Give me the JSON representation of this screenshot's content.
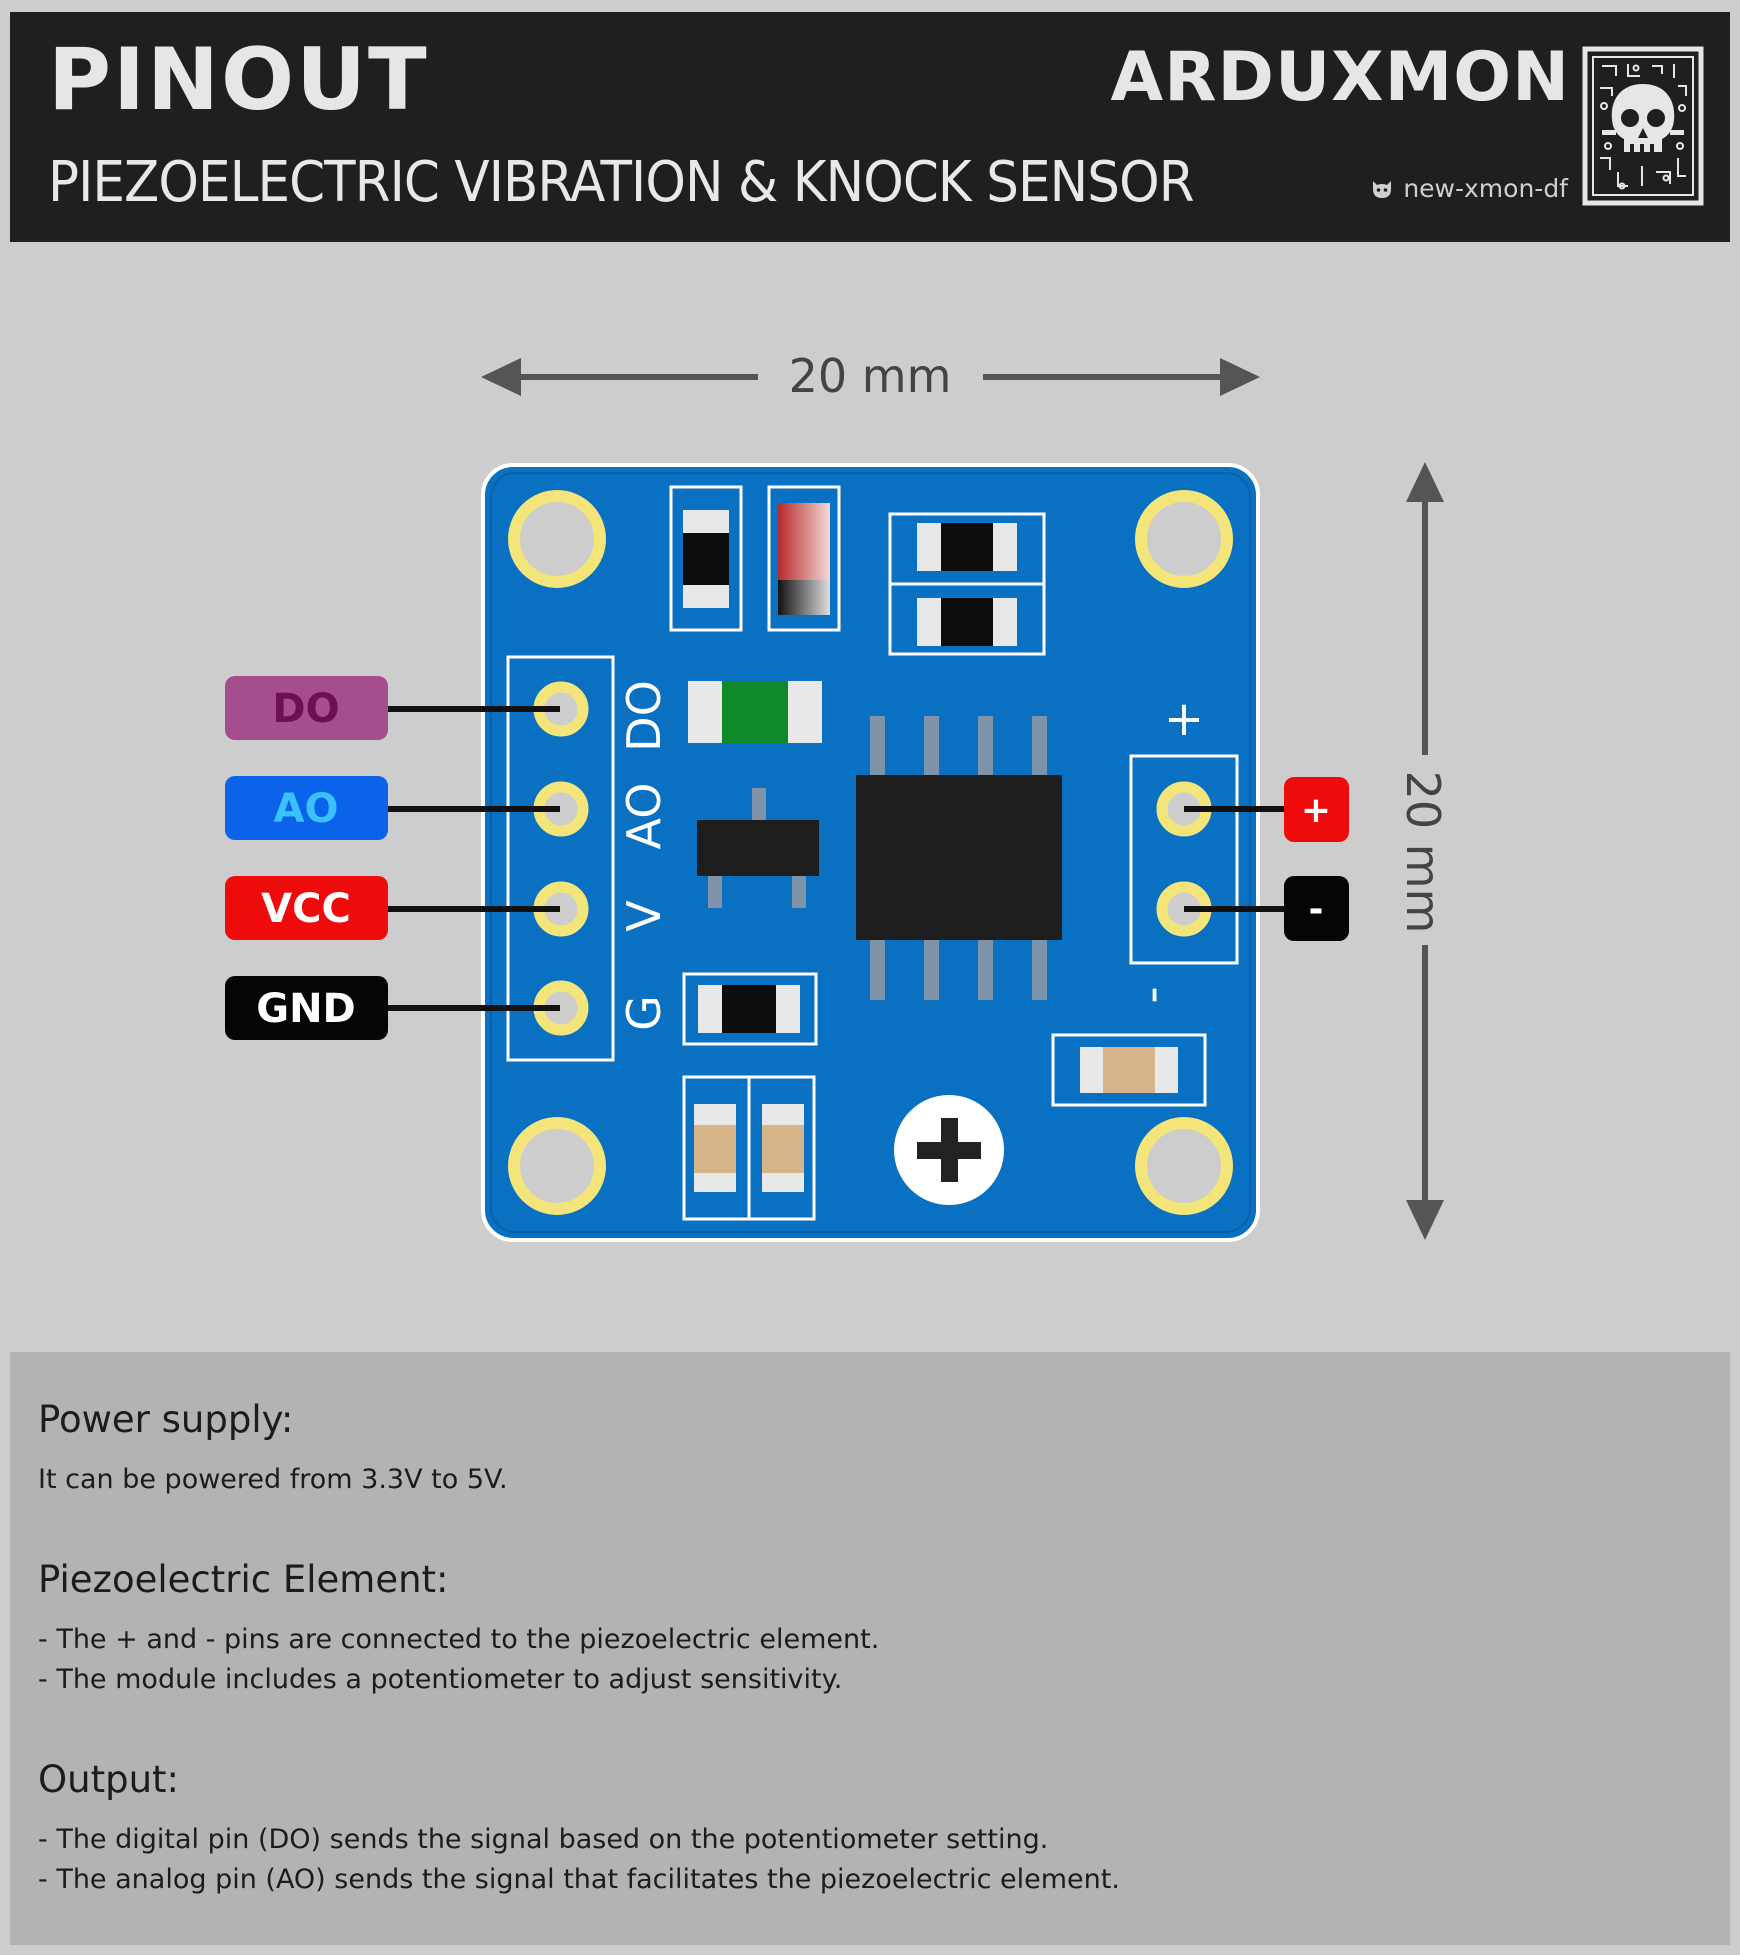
{
  "header": {
    "title": "PINOUT",
    "subtitle": "PIEZOELECTRIC VIBRATION & KNOCK SENSOR",
    "brand": "ARDUXMON",
    "handle": "new-xmon-df",
    "logo_icon": "skull-circuit-logo",
    "handle_icon": "github-cat-icon"
  },
  "dimensions": {
    "width_label": "20 mm",
    "height_label": "20 mm"
  },
  "board": {
    "silkscreen": {
      "pin_do": "DO",
      "pin_ao": "AO",
      "pin_v": "V",
      "pin_g": "G",
      "plus": "+",
      "minus": "-"
    }
  },
  "pin_labels": {
    "left": [
      {
        "name": "DO",
        "fill": "#a64d8e",
        "text_color": "#6b1050"
      },
      {
        "name": "AO",
        "fill": "#0b63ea",
        "text_color": "#39c2ff"
      },
      {
        "name": "VCC",
        "fill": "#ee0b0b",
        "text_color": "#ffffff"
      },
      {
        "name": "GND",
        "fill": "#050505",
        "text_color": "#ffffff"
      }
    ],
    "right": [
      {
        "name": "+",
        "fill": "#ee0b0b",
        "text_color": "#ffffff"
      },
      {
        "name": "-",
        "fill": "#050505",
        "text_color": "#ffffff"
      }
    ]
  },
  "colors": {
    "pcb": "#0a71c2",
    "pad": "#f4e57a",
    "header_bg": "#1f1f1f",
    "page_bg": "#cdcdcd",
    "notes_bg": "#b3b3b3"
  },
  "notes": {
    "power_title": "Power supply:",
    "power_lines": [
      "It can be powered from 3.3V to 5V."
    ],
    "piezo_title": "Piezoelectric Element:",
    "piezo_lines": [
      "- The + and - pins are connected to the piezoelectric element.",
      "- The module includes a potentiometer to adjust sensitivity."
    ],
    "output_title": "Output:",
    "output_lines": [
      "- The digital pin (DO) sends the signal based on the potentiometer setting.",
      "- The analog pin (AO) sends the signal that facilitates the piezoelectric element."
    ]
  }
}
